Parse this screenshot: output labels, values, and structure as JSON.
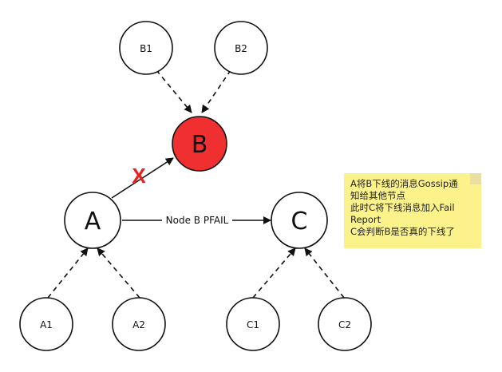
{
  "nodes": {
    "b1": "B1",
    "b2": "B2",
    "b": "B",
    "a": "A",
    "c": "C",
    "a1": "A1",
    "a2": "A2",
    "c1": "C1",
    "c2": "C2"
  },
  "edges": {
    "a_to_c_label": "Node B PFAIL",
    "failure_mark": "X"
  },
  "note": {
    "lines": [
      "A将B下线的消息Gossip通",
      "知给其他节点",
      "此时C将下线消息加入Fail",
      "Report",
      "C会判断B是否真的下线了"
    ]
  },
  "colors": {
    "failed_node_fill": "#f03030",
    "failure_mark": "#e8201a",
    "note_background": "#fbf28c",
    "stroke": "#111111"
  }
}
